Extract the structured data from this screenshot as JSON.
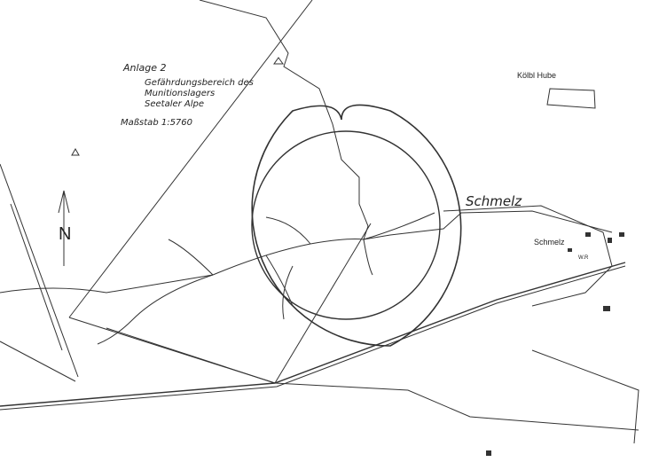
{
  "legend": {
    "title": "Anlage 2",
    "subtitle_lines": [
      "Gefährdungsbereich des",
      "Munitionslagers",
      "Seetaler Alpe"
    ],
    "scale": "Maßstab 1:5760"
  },
  "labels": {
    "schmelz_large": "Schmelz",
    "schmelz_small": "Schmelz",
    "koelbl_hube": "Kölbl Hube",
    "wr": "W.R",
    "north": "N"
  },
  "colors": {
    "ink": "#222222",
    "paper": "#ffffff"
  }
}
